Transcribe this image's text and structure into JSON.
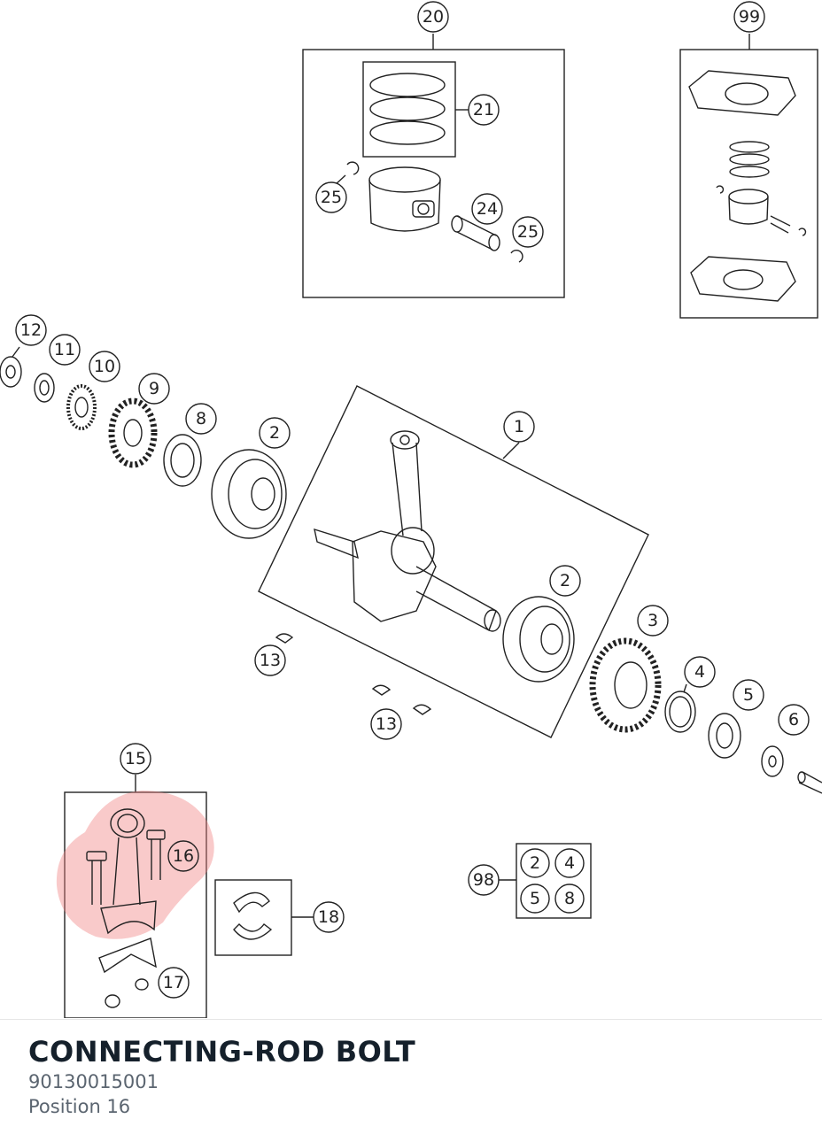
{
  "part": {
    "title": "CONNECTING-ROD BOLT",
    "number": "90130015001",
    "position": "Position 16"
  },
  "highlight_color": "#f08080",
  "callouts": {
    "c1": "1",
    "c2a": "2",
    "c2b": "2",
    "c3": "3",
    "c4": "4",
    "c5": "5",
    "c6": "6",
    "c8": "8",
    "c9": "9",
    "c10": "10",
    "c11": "11",
    "c12": "12",
    "c13a": "13",
    "c13b": "13",
    "c15": "15",
    "c16": "16",
    "c17": "17",
    "c18": "18",
    "c20": "20",
    "c21": "21",
    "c24": "24",
    "c25a": "25",
    "c25b": "25",
    "c98": "98",
    "c99": "99",
    "kit98": [
      "2",
      "4",
      "5",
      "8"
    ]
  }
}
